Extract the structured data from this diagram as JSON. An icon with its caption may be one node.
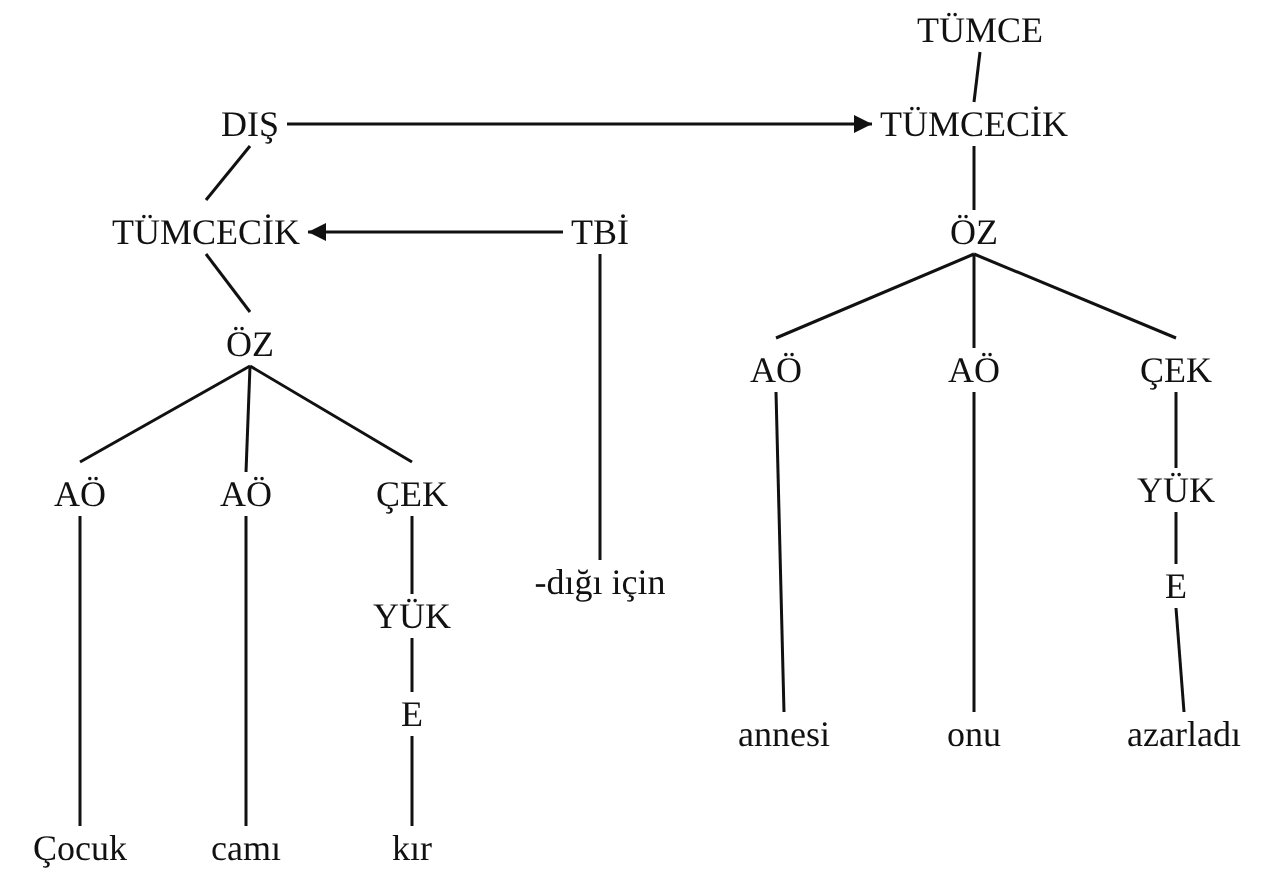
{
  "diagram": {
    "nodes": [
      {
        "text": [
          "TÜMCE"
        ]
      },
      {
        "text": [
          "DIŞ"
        ]
      },
      {
        "text": [
          "TÜMCECİK"
        ]
      },
      {
        "text": [
          "TÜMCECİK"
        ]
      },
      {
        "text": [
          "TBİ"
        ]
      },
      {
        "text": [
          "ÖZ"
        ]
      },
      {
        "text": [
          "ÖZ"
        ]
      },
      {
        "text": [
          "AÖ"
        ]
      },
      {
        "text": [
          "AÖ"
        ]
      },
      {
        "text": [
          "ÇEK"
        ]
      },
      {
        "text": [
          "AÖ"
        ]
      },
      {
        "text": [
          "AÖ"
        ]
      },
      {
        "text": [
          "ÇEK"
        ]
      },
      {
        "text": [
          "YÜK"
        ]
      },
      {
        "text": [
          "-dığı için"
        ]
      },
      {
        "text": [
          "YÜK"
        ]
      },
      {
        "text": [
          "E"
        ]
      },
      {
        "text": [
          "E"
        ]
      },
      {
        "text": [
          "annesi"
        ]
      },
      {
        "text": [
          "onu"
        ]
      },
      {
        "text": [
          "azarladı"
        ]
      },
      {
        "text": [
          "Çocuk"
        ]
      },
      {
        "text": [
          "camı"
        ]
      },
      {
        "text": [
          "kır"
        ]
      }
    ],
    "edges": [
      {
        "from": 0,
        "to": 2,
        "arrow": "none"
      },
      {
        "from": 1,
        "to": 2,
        "arrow": "to"
      },
      {
        "from": 1,
        "to": 3,
        "arrow": "none"
      },
      {
        "from": 4,
        "to": 3,
        "arrow": "to"
      },
      {
        "from": 2,
        "to": 5,
        "arrow": "none"
      },
      {
        "from": 3,
        "to": 6,
        "arrow": "none"
      },
      {
        "from": 5,
        "to": 7,
        "arrow": "none"
      },
      {
        "from": 5,
        "to": 8,
        "arrow": "none"
      },
      {
        "from": 5,
        "to": 9,
        "arrow": "none"
      },
      {
        "from": 6,
        "to": 10,
        "arrow": "none"
      },
      {
        "from": 6,
        "to": 11,
        "arrow": "none"
      },
      {
        "from": 6,
        "to": 12,
        "arrow": "none"
      },
      {
        "from": 9,
        "to": 13,
        "arrow": "none"
      },
      {
        "from": 13,
        "to": 16,
        "arrow": "none"
      },
      {
        "from": 16,
        "to": 20,
        "arrow": "none"
      },
      {
        "from": 7,
        "to": 18,
        "arrow": "none"
      },
      {
        "from": 8,
        "to": 19,
        "arrow": "none"
      },
      {
        "from": 4,
        "to": 14,
        "arrow": "none"
      },
      {
        "from": 12,
        "to": 15,
        "arrow": "none"
      },
      {
        "from": 15,
        "to": 17,
        "arrow": "none"
      },
      {
        "from": 17,
        "to": 23,
        "arrow": "none"
      },
      {
        "from": 10,
        "to": 21,
        "arrow": "none"
      },
      {
        "from": 11,
        "to": 22,
        "arrow": "none"
      }
    ]
  }
}
